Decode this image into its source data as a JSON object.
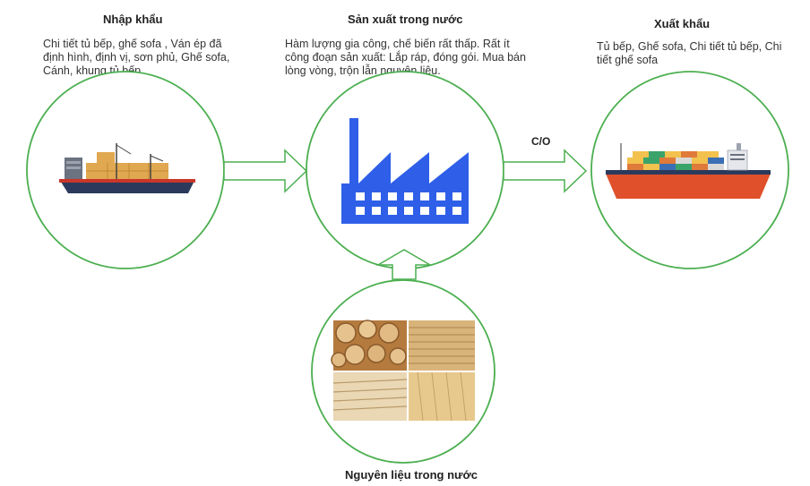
{
  "sections": {
    "import": {
      "title": "Nhập khẩu",
      "description": "Chi tiết tủ bếp, ghế sofa , Ván ép đã định hình, định vị, sơn phủ, Ghế sofa, Cánh, khung tủ bếp",
      "icon": "cargo-ship-icon"
    },
    "production": {
      "title": "Sản xuất trong nước",
      "description": "Hàm lượng gia công, chế biến rất thấp. Rất ít công đoạn sản xuất: Lắp ráp, đóng gói. Mua bán lòng vòng, trộn lẫn nguyên liệu.",
      "icon": "factory-icon"
    },
    "export": {
      "title": "Xuất khẩu",
      "description": "Tủ bếp, Ghế sofa, Chi tiết tủ bếp, Chi tiết ghế sofa",
      "icon": "container-ship-icon"
    },
    "materials": {
      "title": "Nguyên liệu trong nước",
      "icon": "wood-materials-icon"
    }
  },
  "arrows": {
    "production_to_export_label": "C/O"
  },
  "colors": {
    "factory": "#2f5fe8",
    "circle_border": "#4caf50",
    "arrow_border": "#4caf50",
    "ship_hull_red": "#e0502a",
    "ship_hull_navy": "#2b3a5c",
    "container_orange": "#e0a850"
  }
}
